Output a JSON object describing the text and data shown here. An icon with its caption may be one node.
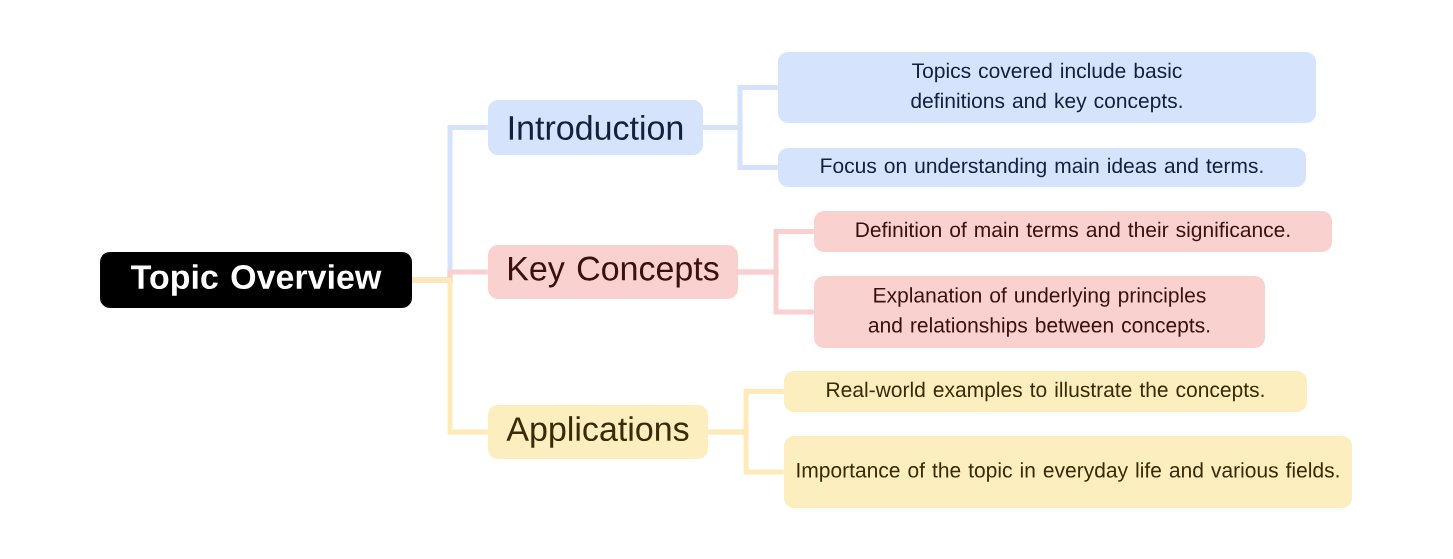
{
  "diagram": {
    "nodes": [
      {
        "text": [
          "Topic Overview"
        ]
      },
      {
        "text": [
          "Introduction"
        ]
      },
      {
        "text": [
          "Topics covered include basic definitions and key concepts."
        ]
      },
      {
        "text": [
          "Focus on understanding main ideas and terms."
        ]
      },
      {
        "text": [
          "Key Concepts"
        ]
      },
      {
        "text": [
          "Definition of main terms and their significance."
        ]
      },
      {
        "text": [
          "Explanation of underlying principles and relationships between concepts."
        ]
      },
      {
        "text": [
          "Applications"
        ]
      },
      {
        "text": [
          "Real-world examples to illustrate the concepts."
        ]
      },
      {
        "text": [
          "Importance of the topic in everyday life and various fields."
        ]
      }
    ],
    "edges": [
      {
        "from": 0,
        "to": 1,
        "arrow": "none",
        "color": "#d4e2fb"
      },
      {
        "from": 0,
        "to": 4,
        "arrow": "none",
        "color": "#f9d0cf"
      },
      {
        "from": 0,
        "to": 7,
        "arrow": "none",
        "color": "#fdeab8"
      },
      {
        "from": 1,
        "to": 2,
        "arrow": "none",
        "color": "#d4e2fb"
      },
      {
        "from": 1,
        "to": 3,
        "arrow": "none",
        "color": "#d4e2fb"
      },
      {
        "from": 4,
        "to": 5,
        "arrow": "none",
        "color": "#f9d0cf"
      },
      {
        "from": 4,
        "to": 6,
        "arrow": "none",
        "color": "#f9d0cf"
      },
      {
        "from": 7,
        "to": 8,
        "arrow": "none",
        "color": "#fdeab8"
      },
      {
        "from": 7,
        "to": 9,
        "arrow": "none",
        "color": "#fdeab8"
      }
    ]
  }
}
